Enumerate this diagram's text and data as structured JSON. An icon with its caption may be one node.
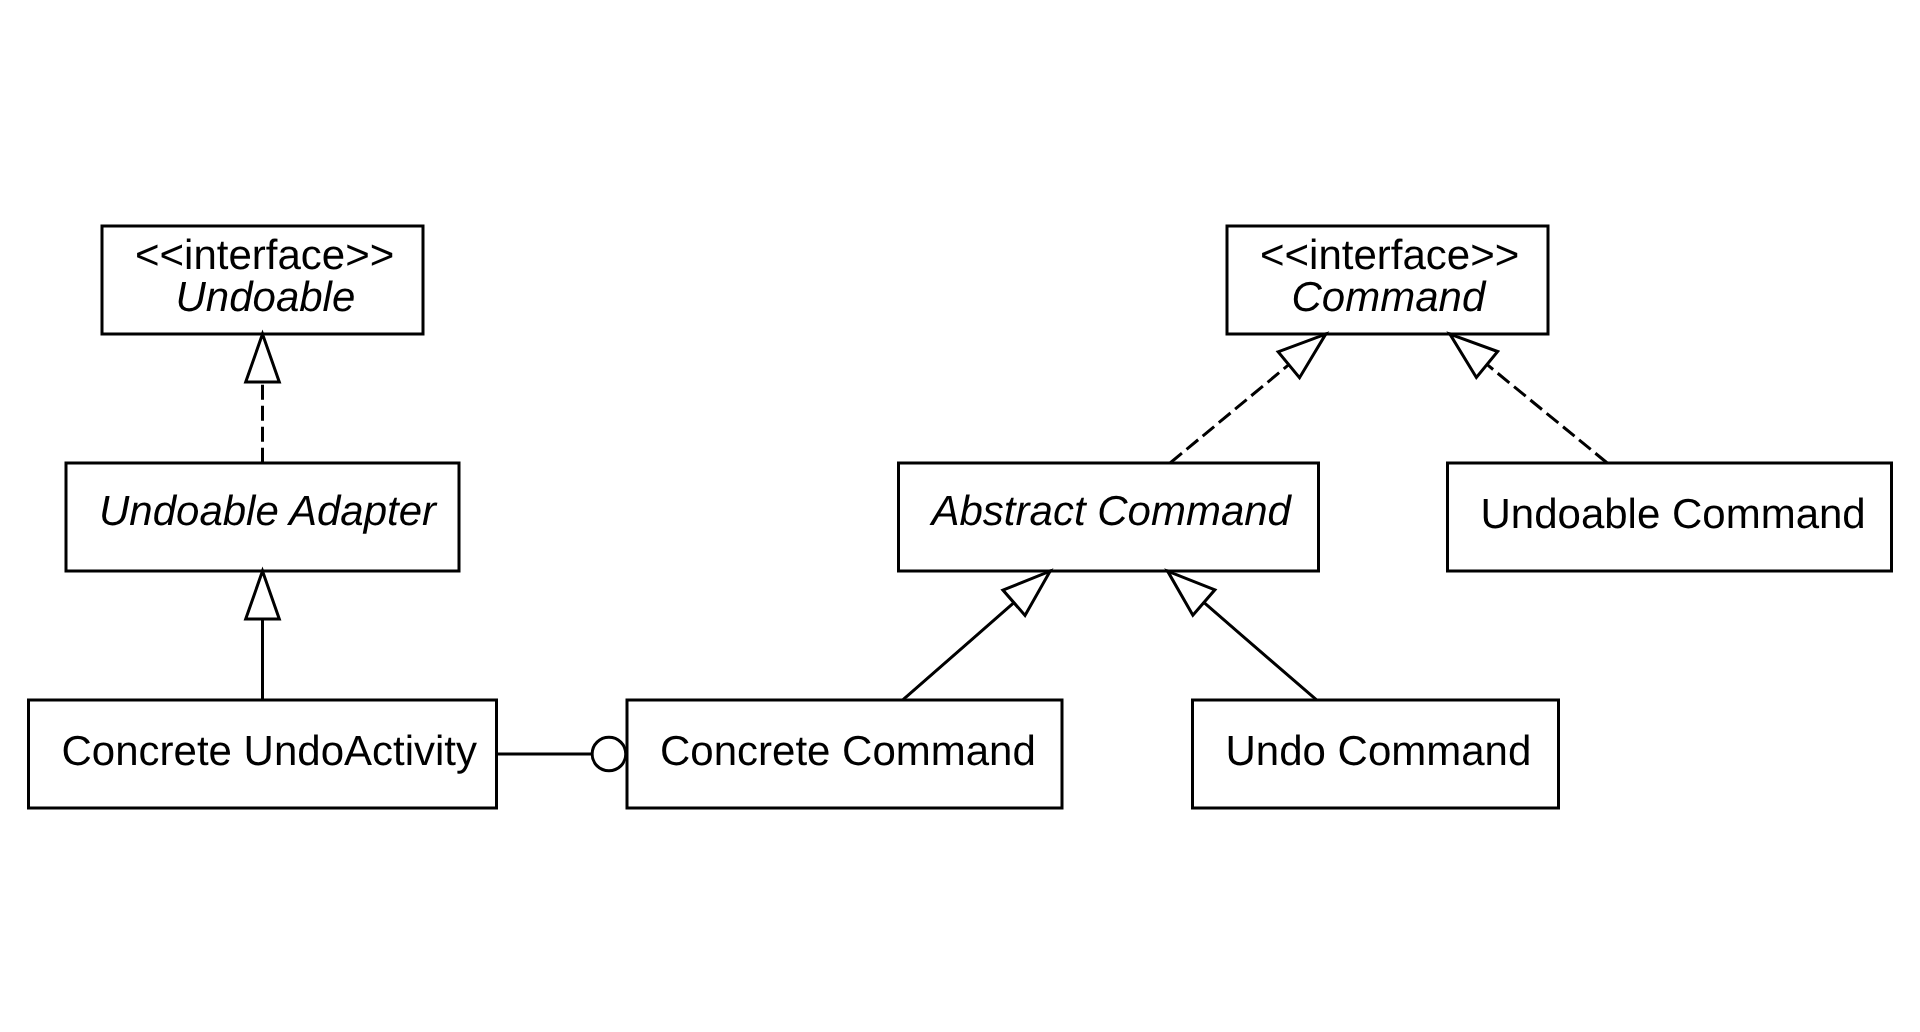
{
  "diagram": {
    "nodes": [
      {
        "text": [
          "<<interface>>",
          "Undoable"
        ]
      },
      {
        "text": [
          "<<interface>>",
          "Command"
        ]
      },
      {
        "text": [
          "Undoable Adapter"
        ]
      },
      {
        "text": [
          "Abstract Command"
        ]
      },
      {
        "text": [
          "Undoable Command"
        ]
      },
      {
        "text": [
          "Concrete UndoActivity"
        ]
      },
      {
        "text": [
          "Concrete Command"
        ]
      },
      {
        "text": [
          "Undo Command"
        ]
      }
    ],
    "edges": [
      {
        "from": 2,
        "to": 0,
        "arrow": "to",
        "style": "dashed"
      },
      {
        "from": 3,
        "to": 1,
        "arrow": "to",
        "style": "dashed"
      },
      {
        "from": 4,
        "to": 1,
        "arrow": "to",
        "style": "dashed"
      },
      {
        "from": 5,
        "to": 2,
        "arrow": "to"
      },
      {
        "from": 6,
        "to": 3,
        "arrow": "to"
      },
      {
        "from": 7,
        "to": 3,
        "arrow": "to"
      },
      {
        "from": 5,
        "to": 6,
        "arrow": "other"
      }
    ]
  }
}
